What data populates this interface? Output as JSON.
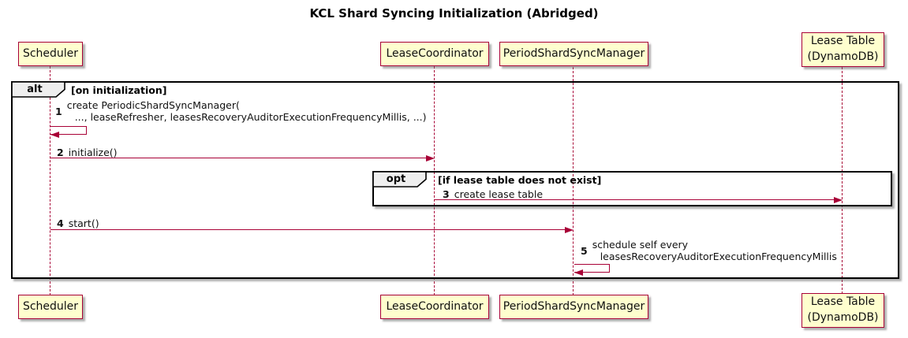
{
  "title": "KCL Shard Syncing Initialization (Abridged)",
  "colors": {
    "participant_fill": "#FEFECE",
    "accent": "#A80036",
    "frame_border": "#000000",
    "keyword_fill": "#EEEEEE"
  },
  "participants": [
    {
      "label": "Scheduler"
    },
    {
      "label": "LeaseCoordinator"
    },
    {
      "label": "PeriodShardSyncManager"
    },
    {
      "label": "Lease Table",
      "label2": "(DynamoDB)"
    }
  ],
  "frames": {
    "alt": {
      "keyword": "alt",
      "condition": "[on initialization]"
    },
    "opt": {
      "keyword": "opt",
      "condition": "[if lease table does not exist]"
    }
  },
  "messages": [
    {
      "seq": "1",
      "line1": "create PeriodicShardSyncManager(",
      "line2": "..., leaseRefresher, leasesRecoveryAuditorExecutionFrequencyMillis, ...)"
    },
    {
      "seq": "2",
      "text": "initialize()"
    },
    {
      "seq": "3",
      "text": "create lease table"
    },
    {
      "seq": "4",
      "text": "start()"
    },
    {
      "seq": "5",
      "line1": "schedule self every",
      "line2": "leasesRecoveryAuditorExecutionFrequencyMillis"
    }
  ]
}
